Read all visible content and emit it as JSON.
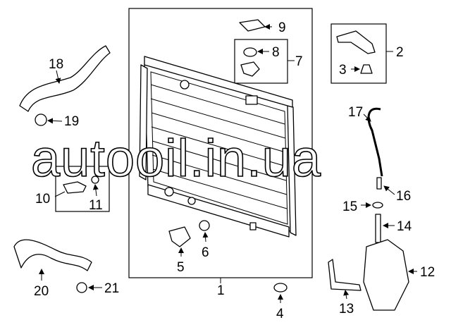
{
  "diagram": {
    "watermark": "autooil.in.ua",
    "callouts": {
      "p1": "1",
      "p2": "2",
      "p3": "3",
      "p4": "4",
      "p5": "5",
      "p6": "6",
      "p7": "7",
      "p8": "8",
      "p9": "9",
      "p10": "10",
      "p11": "11",
      "p12": "12",
      "p13": "13",
      "p14": "14",
      "p15": "15",
      "p16": "16",
      "p17": "17",
      "p18": "18",
      "p19": "19",
      "p20": "20",
      "p21": "21"
    }
  }
}
